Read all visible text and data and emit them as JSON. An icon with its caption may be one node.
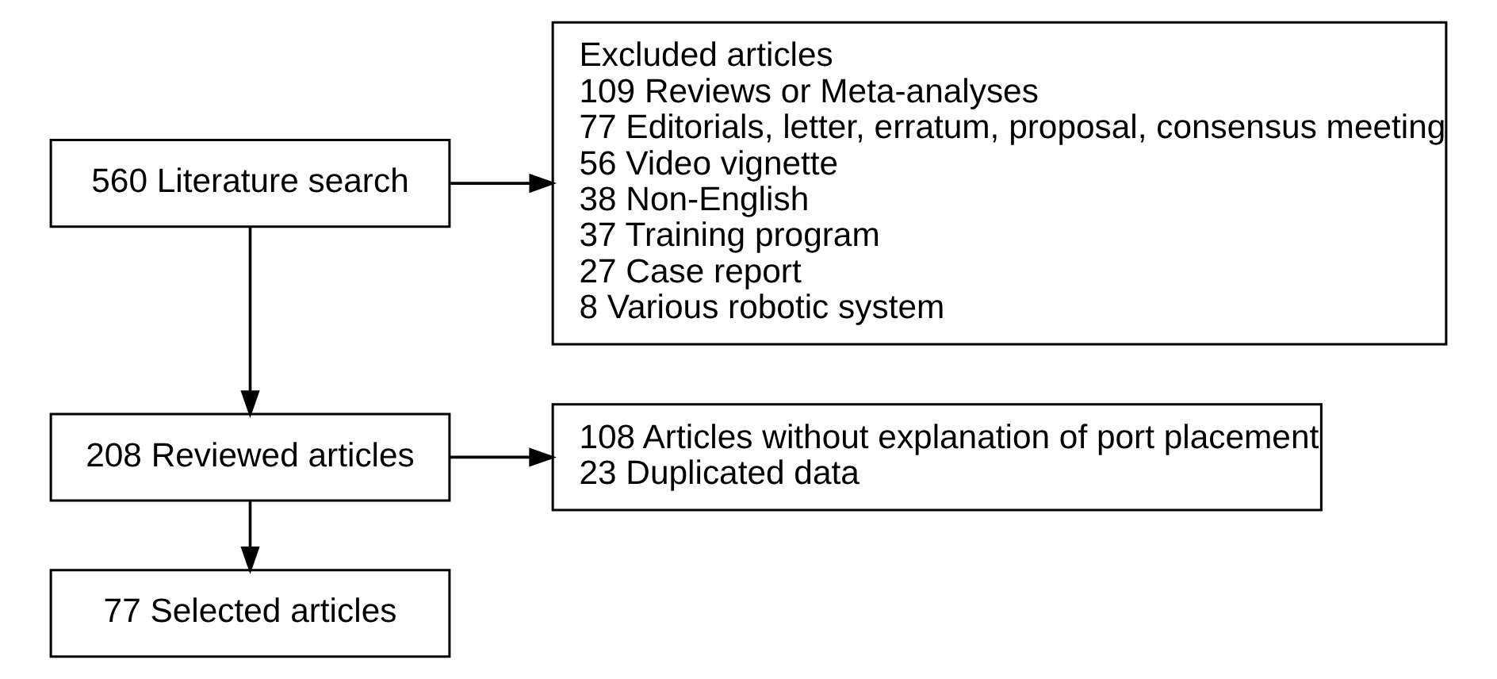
{
  "diagram": {
    "nodes": [
      {
        "text": [
          "560 Literature search"
        ]
      },
      {
        "text": [
          "Excluded articles",
          "109 Reviews or Meta-analyses",
          "77 Editorials, letter, erratum, proposal, consensus meeting",
          "56 Video vignette",
          "38 Non-English",
          "37 Training program",
          "27 Case report",
          "8 Various robotic system"
        ]
      },
      {
        "text": [
          "208 Reviewed articles"
        ]
      },
      {
        "text": [
          "108 Articles without explanation of port placement",
          "23 Duplicated data"
        ]
      },
      {
        "text": [
          "77 Selected articles"
        ]
      }
    ],
    "edges": [
      {
        "from": 0,
        "to": 2,
        "arrow": "to"
      },
      {
        "from": 0,
        "to": 1,
        "arrow": "to"
      },
      {
        "from": 2,
        "to": 4,
        "arrow": "to"
      },
      {
        "from": 2,
        "to": 3,
        "arrow": "to"
      }
    ]
  }
}
